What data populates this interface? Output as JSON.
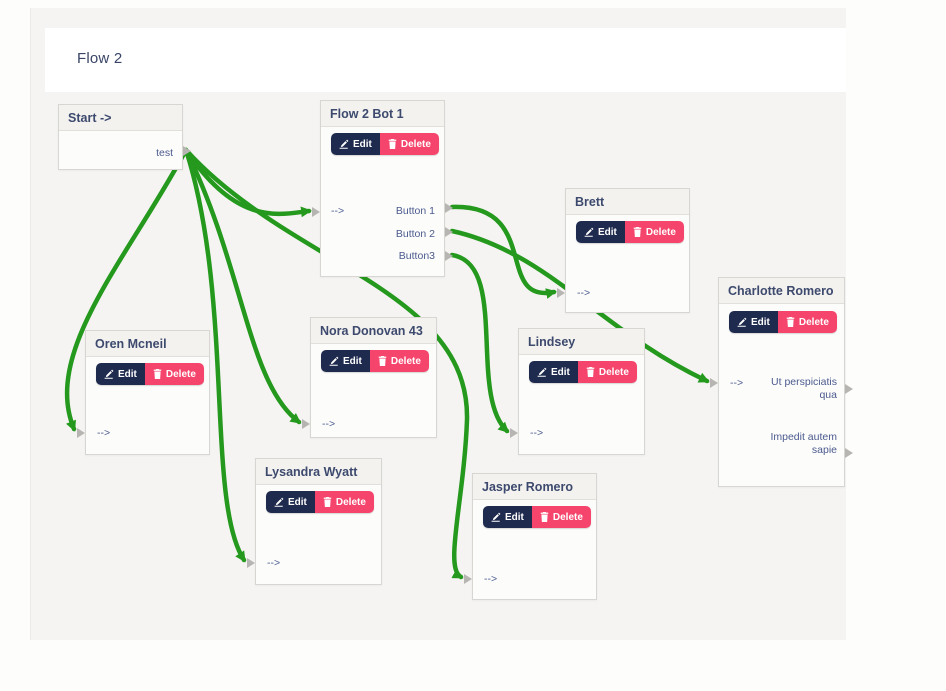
{
  "page": {
    "title": "Flow 2"
  },
  "colors": {
    "connector_green": "#24991d",
    "edit_navy": "#1f2b4e",
    "delete_pink": "#f5456c",
    "endpoint_grey": "#b7b5b2"
  },
  "buttons": {
    "edit": "Edit",
    "delete": "Delete"
  },
  "nodes": {
    "start": {
      "title": "Start ->",
      "outputs": [
        "test"
      ]
    },
    "bot": {
      "title": "Flow 2 Bot 1",
      "input": "-->",
      "outputs": [
        "Button 1",
        "Button 2",
        "Button3"
      ]
    },
    "brett": {
      "title": "Brett",
      "input": "-->"
    },
    "charlotte": {
      "title": "Charlotte Romero",
      "input": "-->",
      "outputs": [
        "Ut perspiciatis qua",
        "Impedit autem sapie"
      ]
    },
    "oren": {
      "title": "Oren Mcneil",
      "input": "-->"
    },
    "nora": {
      "title": "Nora Donovan 43",
      "input": "-->"
    },
    "lindsey": {
      "title": "Lindsey",
      "input": "-->"
    },
    "lysandra": {
      "title": "Lysandra Wyatt",
      "input": "-->"
    },
    "jasper": {
      "title": "Jasper Romero",
      "input": "-->"
    }
  },
  "connections": [
    {
      "from": "start.test",
      "to": "bot.input"
    },
    {
      "from": "start.test",
      "to": "oren.input"
    },
    {
      "from": "start.test",
      "to": "nora.input"
    },
    {
      "from": "start.test",
      "to": "lysandra.input"
    },
    {
      "from": "start.test",
      "to": "jasper.input"
    },
    {
      "from": "bot.Button 1",
      "to": "brett.input"
    },
    {
      "from": "bot.Button 2",
      "to": "charlotte.input"
    },
    {
      "from": "bot.Button3",
      "to": "lindsey.input"
    }
  ]
}
